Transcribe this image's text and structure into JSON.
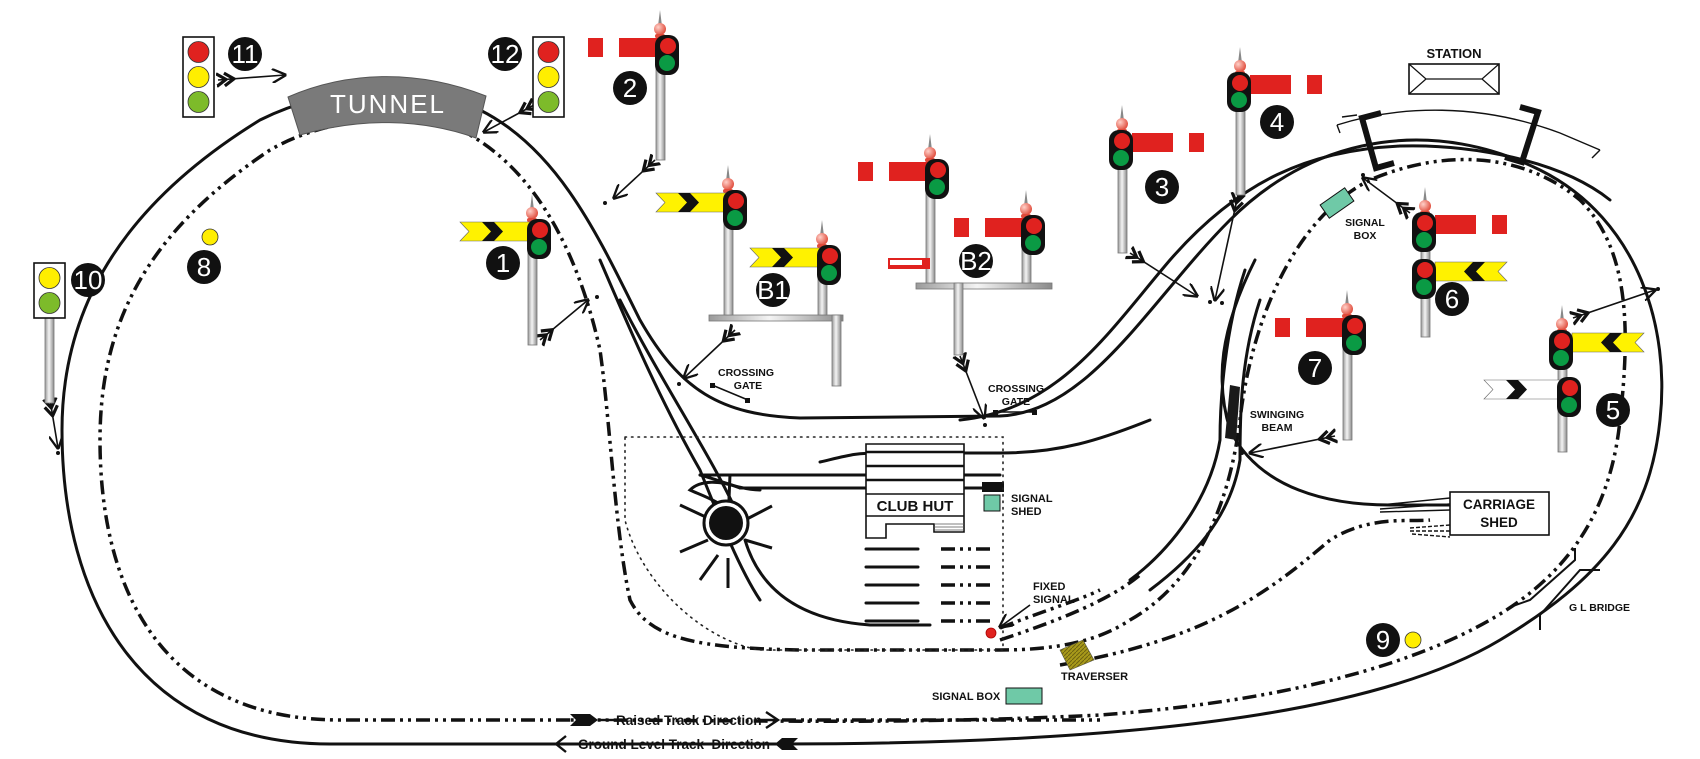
{
  "title": "Model railway layout with signals",
  "colors": {
    "signal_red": "#e0221f",
    "signal_yellow": "#fff200",
    "lamp_red": "#e0221f",
    "lamp_yellow": "#ffee00",
    "lamp_green": "#7dbb2a",
    "lamp_green_sema": "#0a9a44",
    "box_green": "#6fc9a7",
    "traverser": "#9a8c12",
    "tunnel": "#7a7a7a"
  },
  "labels": {
    "tunnel": "TUNNEL",
    "station": "STATION",
    "signal_box_upper": [
      "SIGNAL",
      "BOX"
    ],
    "signal_box_lower": "SIGNAL BOX",
    "signal_shed": [
      "SIGNAL",
      "SHED"
    ],
    "club_hut": "CLUB HUT",
    "carriage_shed": [
      "CARRIAGE",
      "SHED"
    ],
    "crossing_gate_left": [
      "CROSSING",
      "GATE"
    ],
    "crossing_gate_right": [
      "CROSSING",
      "GATE"
    ],
    "swinging_beam": [
      "SWINGING",
      "BEAM"
    ],
    "fixed_signal": [
      "FIXED",
      "SIGNAL"
    ],
    "traverser": "TRAVERSER",
    "gl_bridge": "G L BRIDGE"
  },
  "legend": {
    "raised": "Raised Track Direction",
    "ground": "Ground Level Track  Direction"
  },
  "signals": {
    "colour_light": [
      {
        "id": "11",
        "lamps": [
          "red",
          "yellow",
          "green"
        ]
      },
      {
        "id": "12",
        "lamps": [
          "red",
          "yellow",
          "green"
        ]
      },
      {
        "id": "10",
        "lamps": [
          "yellow",
          "green"
        ]
      }
    ],
    "disc": [
      {
        "id": "8",
        "lamp": "yellow"
      },
      {
        "id": "9",
        "lamp": "yellow"
      }
    ],
    "semaphore": [
      {
        "id": "1",
        "arms": [
          {
            "type": "distant",
            "side": "left"
          }
        ]
      },
      {
        "id": "2",
        "arms": [
          {
            "type": "home",
            "side": "left"
          }
        ]
      },
      {
        "id": "3",
        "arms": [
          {
            "type": "home",
            "side": "right"
          }
        ]
      },
      {
        "id": "4",
        "arms": [
          {
            "type": "home",
            "side": "right"
          }
        ]
      },
      {
        "id": "5",
        "arms": [
          {
            "type": "distant",
            "side": "right"
          },
          {
            "type": "shunt",
            "side": "left"
          }
        ]
      },
      {
        "id": "6",
        "arms": [
          {
            "type": "home",
            "side": "right"
          },
          {
            "type": "distant",
            "side": "right"
          }
        ]
      },
      {
        "id": "7",
        "arms": [
          {
            "type": "home",
            "side": "left"
          }
        ]
      },
      {
        "id": "B1",
        "arms": [
          {
            "type": "distant",
            "side": "left"
          },
          {
            "type": "distant",
            "side": "left"
          }
        ]
      },
      {
        "id": "B2",
        "arms": [
          {
            "type": "home",
            "side": "left"
          },
          {
            "type": "home",
            "side": "left"
          },
          {
            "type": "calling-on",
            "side": "left"
          }
        ]
      }
    ]
  }
}
